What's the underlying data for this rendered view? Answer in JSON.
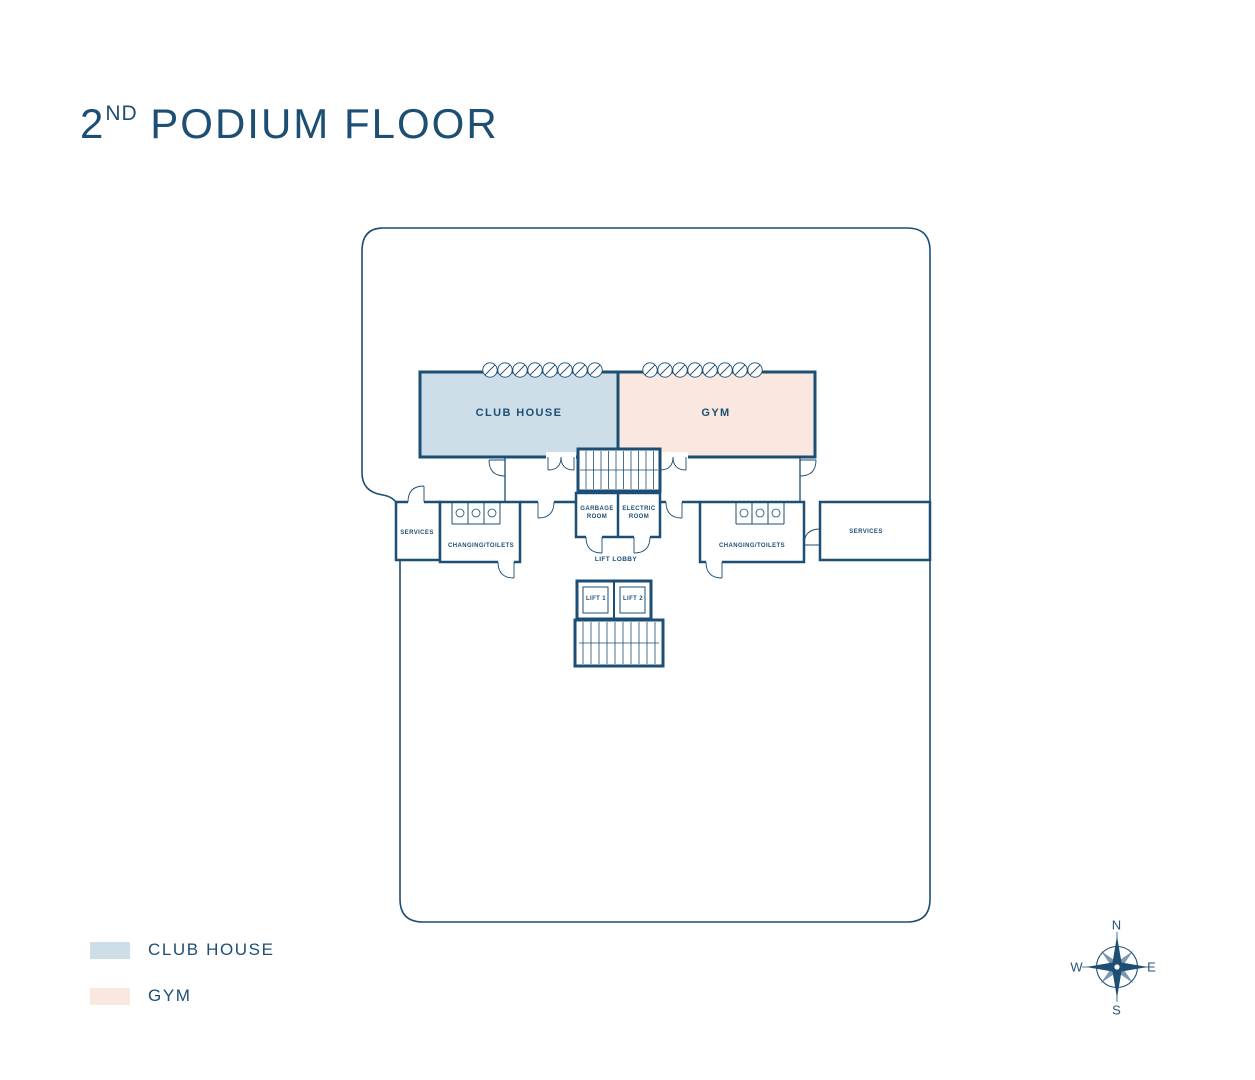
{
  "title": {
    "number": "2",
    "ordinal": "ND",
    "rest": "PODIUM FLOOR"
  },
  "colors": {
    "ink": "#1d4e74",
    "club_house_fill": "#cddee9",
    "gym_fill": "#fae8e0"
  },
  "plan": {
    "club_house": "CLUB HOUSE",
    "gym": "GYM",
    "garbage_room": "GARBAGE\nROOM",
    "electric_room": "ELECTRIC\nROOM",
    "services_left": "SERVICES",
    "changing_left": "CHANGING/TOILETS",
    "changing_right": "CHANGING/TOILETS",
    "services_right": "SERVICES",
    "lift_lobby": "LIFT LOBBY",
    "lift_1": "LIFT 1",
    "lift_2": "LIFT 2"
  },
  "legend": {
    "club_house": {
      "label": "CLUB HOUSE",
      "color": "#cddee9"
    },
    "gym": {
      "label": "GYM",
      "color": "#fae8e0"
    }
  },
  "compass": {
    "north": "N",
    "east": "E",
    "south": "S",
    "west": "W"
  }
}
